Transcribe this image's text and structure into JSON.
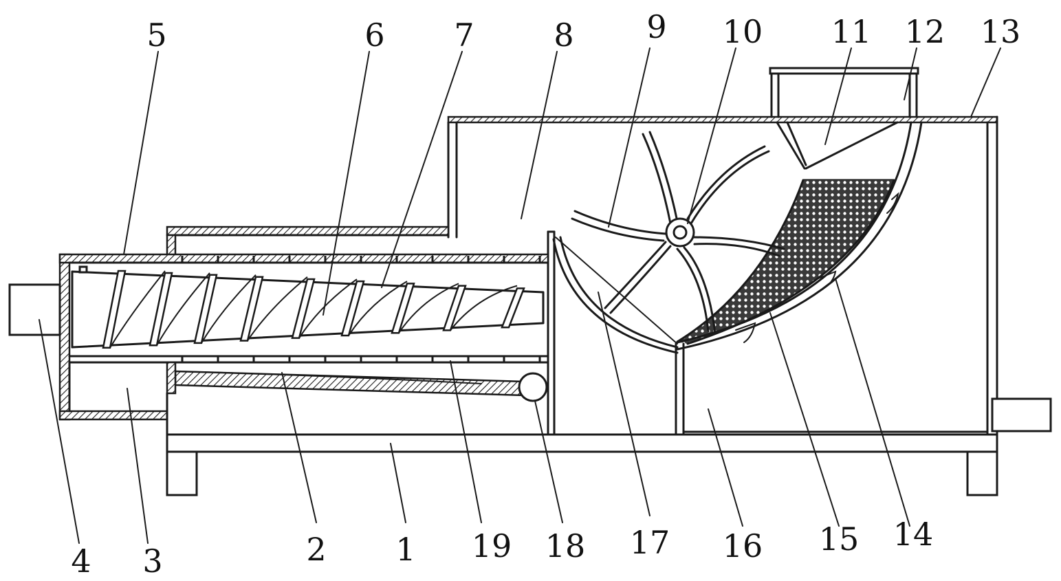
{
  "callouts": [
    {
      "id": "c1",
      "label": "1"
    },
    {
      "id": "c2",
      "label": "2"
    },
    {
      "id": "c3",
      "label": "3"
    },
    {
      "id": "c4",
      "label": "4"
    },
    {
      "id": "c5",
      "label": "5"
    },
    {
      "id": "c6",
      "label": "6"
    },
    {
      "id": "c7",
      "label": "7"
    },
    {
      "id": "c8",
      "label": "8"
    },
    {
      "id": "c9",
      "label": "9"
    },
    {
      "id": "c10",
      "label": "10"
    },
    {
      "id": "c11",
      "label": "11"
    },
    {
      "id": "c12",
      "label": "12"
    },
    {
      "id": "c13",
      "label": "13"
    },
    {
      "id": "c14",
      "label": "14"
    },
    {
      "id": "c15",
      "label": "15"
    },
    {
      "id": "c16",
      "label": "16"
    },
    {
      "id": "c17",
      "label": "17"
    },
    {
      "id": "c18",
      "label": "18"
    },
    {
      "id": "c19",
      "label": "19"
    }
  ],
  "colors": {
    "line": "#1a1a1a",
    "background": "#ffffff"
  }
}
